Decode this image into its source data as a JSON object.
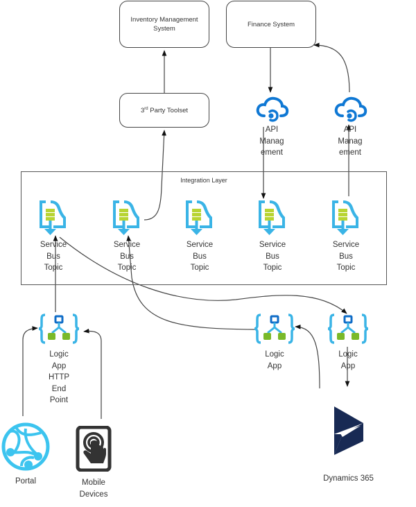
{
  "diagram": {
    "systems": {
      "inventory": "Inventory Management System",
      "finance": "Finance System",
      "toolset_prefix": "3",
      "toolset_sup": "rd",
      "toolset_suffix": " Party Toolset"
    },
    "api_management": [
      {
        "lines": [
          "API",
          "Manag",
          "ement"
        ]
      },
      {
        "lines": [
          "API",
          "Manag",
          "ement"
        ]
      }
    ],
    "integration_layer": {
      "title": "Integration Layer",
      "topics": [
        {
          "lines": [
            "Service",
            "Bus",
            "Topic"
          ]
        },
        {
          "lines": [
            "Service",
            "Bus",
            "Topic"
          ]
        },
        {
          "lines": [
            "Service",
            "Bus",
            "Topic"
          ]
        },
        {
          "lines": [
            "Service",
            "Bus",
            "Topic"
          ]
        },
        {
          "lines": [
            "Service",
            "Bus",
            "Topic"
          ]
        }
      ]
    },
    "logic_apps": [
      {
        "lines": [
          "Logic",
          "App",
          "HTTP",
          "End",
          "Point"
        ]
      },
      {
        "lines": [
          "Logic",
          "App"
        ]
      },
      {
        "lines": [
          "Logic",
          "App"
        ]
      }
    ],
    "clients": {
      "portal": "Portal",
      "mobile": [
        "Mobile",
        "Devices"
      ],
      "dynamics": "Dynamics 365"
    },
    "colors": {
      "azure_blue": "#3ab4e6",
      "api_blue": "#0f78d4",
      "logic_dark_blue": "#0f6cc7",
      "green": "#7ab929",
      "yellow_green": "#b8d433",
      "dynamics_navy": "#182a54",
      "device_dark": "#333333"
    }
  }
}
